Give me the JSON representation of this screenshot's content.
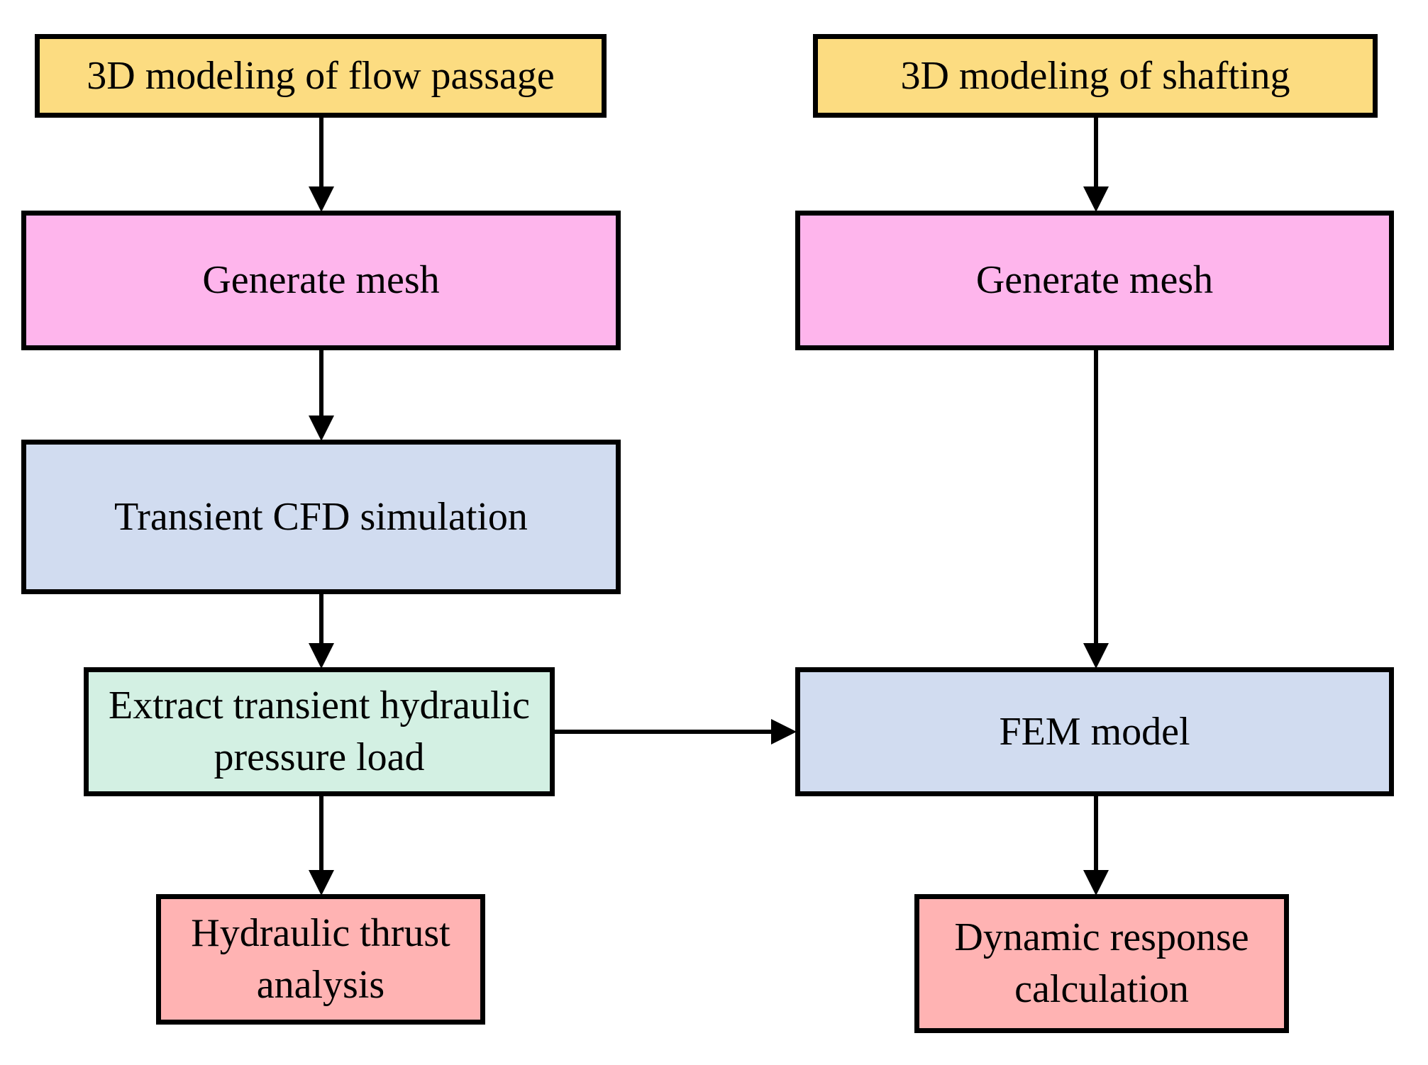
{
  "diagram": {
    "type": "flowchart",
    "background": "#ffffff",
    "stroke": "#000000",
    "nodes": {
      "flow_passage": {
        "label": "3D modeling of flow passage",
        "fill": "#FCDC81"
      },
      "gen_mesh_left": {
        "label": "Generate mesh",
        "fill": "#FEB5EC"
      },
      "transient_cfd": {
        "label": "Transient CFD simulation",
        "fill": "#D1DCF0"
      },
      "extract_pressure": {
        "label": "Extract transient hydraulic pressure load",
        "fill": "#D3F0E3"
      },
      "hydraulic_thrust": {
        "label": "Hydraulic thrust analysis",
        "fill": "#FFB3B3"
      },
      "shafting": {
        "label": "3D modeling of shafting",
        "fill": "#FCDC81"
      },
      "gen_mesh_right": {
        "label": "Generate mesh",
        "fill": "#FEB5EC"
      },
      "fem_model": {
        "label": "FEM model",
        "fill": "#D1DCF0"
      },
      "dynamic_response": {
        "label": "Dynamic response calculation",
        "fill": "#FFB3B3"
      }
    },
    "edges": [
      {
        "from": "flow_passage",
        "to": "gen_mesh_left"
      },
      {
        "from": "gen_mesh_left",
        "to": "transient_cfd"
      },
      {
        "from": "transient_cfd",
        "to": "extract_pressure"
      },
      {
        "from": "extract_pressure",
        "to": "hydraulic_thrust"
      },
      {
        "from": "extract_pressure",
        "to": "fem_model"
      },
      {
        "from": "shafting",
        "to": "gen_mesh_right"
      },
      {
        "from": "gen_mesh_right",
        "to": "fem_model"
      },
      {
        "from": "fem_model",
        "to": "dynamic_response"
      }
    ]
  }
}
